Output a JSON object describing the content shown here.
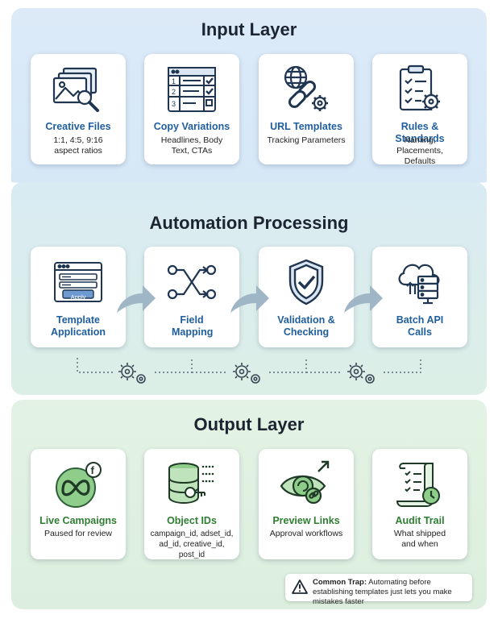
{
  "layers": {
    "input": {
      "title": "Input Layer"
    },
    "automation": {
      "title": "Automation Processing"
    },
    "output": {
      "title": "Output Layer"
    }
  },
  "input_cards": [
    {
      "title": "Creative Files",
      "subtitle": "1:1, 4:5, 9:16 aspect ratios",
      "icon": "image-stack-search-icon"
    },
    {
      "title": "Copy Variations",
      "subtitle": "Headlines, Body Text, CTAs",
      "icon": "numbered-table-icon"
    },
    {
      "title": "URL Templates",
      "subtitle": "Tracking Parameters",
      "icon": "globe-link-gear-icon"
    },
    {
      "title": "Rules & Standards",
      "subtitle": "Naming, Placements, Defaults",
      "icon": "clipboard-checklist-gear-icon"
    }
  ],
  "automation_cards": [
    {
      "title": "Template Application",
      "icon": "browser-form-apply-icon",
      "button_label": "Apply"
    },
    {
      "title": "Field Mapping",
      "icon": "crossing-connectors-icon"
    },
    {
      "title": "Validation & Checking",
      "icon": "shield-check-icon"
    },
    {
      "title": "Batch API Calls",
      "icon": "cloud-server-icon"
    }
  ],
  "output_cards": [
    {
      "title": "Live Campaigns",
      "subtitle": "Paused for review",
      "icon": "meta-facebook-icon"
    },
    {
      "title": "Object IDs",
      "subtitle": "campaign_id, adset_id, ad_id, creative_id, post_id",
      "icon": "database-key-icon"
    },
    {
      "title": "Preview Links",
      "subtitle": "Approval workflows",
      "icon": "eye-link-icon"
    },
    {
      "title": "Audit Trail",
      "subtitle": "What shipped and when",
      "icon": "scroll-clock-icon"
    }
  ],
  "callout": {
    "label": "Common Trap:",
    "text": " Automating before establishing templates just lets you make mistakes faster",
    "icon": "warning-triangle-icon"
  },
  "colors": {
    "input_title": "#1f5e9e",
    "output_title": "#2e7d32",
    "arrow": "#9fb6c6",
    "input_bg": "#dceaf8",
    "output_bg": "#e3f2e4"
  }
}
